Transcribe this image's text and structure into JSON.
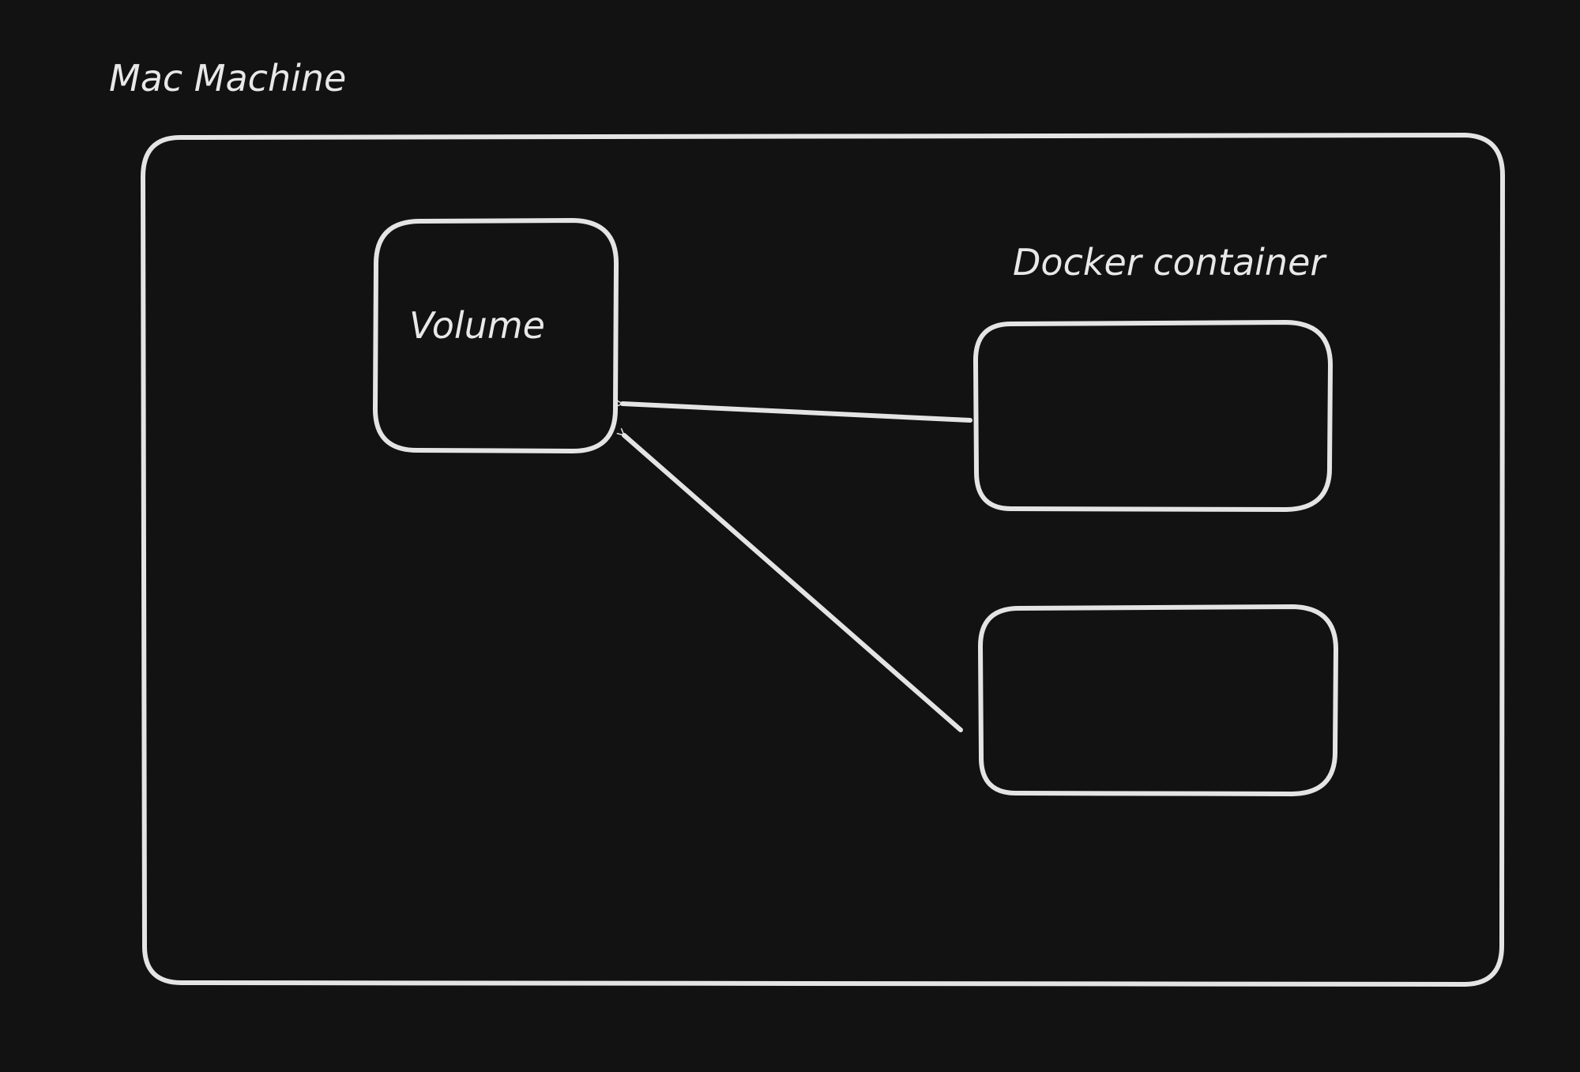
{
  "diagram": {
    "background_color": "#121212",
    "stroke_color": "#e4e4e4",
    "labels": {
      "host": "Mac Machine",
      "volume": "Volume",
      "container_group": "Docker container"
    },
    "nodes": [
      {
        "id": "mac-machine",
        "label_key": "host"
      },
      {
        "id": "volume",
        "label_key": "volume"
      },
      {
        "id": "docker-container-1",
        "label_key": null
      },
      {
        "id": "docker-container-2",
        "label_key": null
      }
    ],
    "edges": [
      {
        "from": "docker-container-1",
        "to": "volume"
      },
      {
        "from": "docker-container-2",
        "to": "volume"
      }
    ]
  }
}
